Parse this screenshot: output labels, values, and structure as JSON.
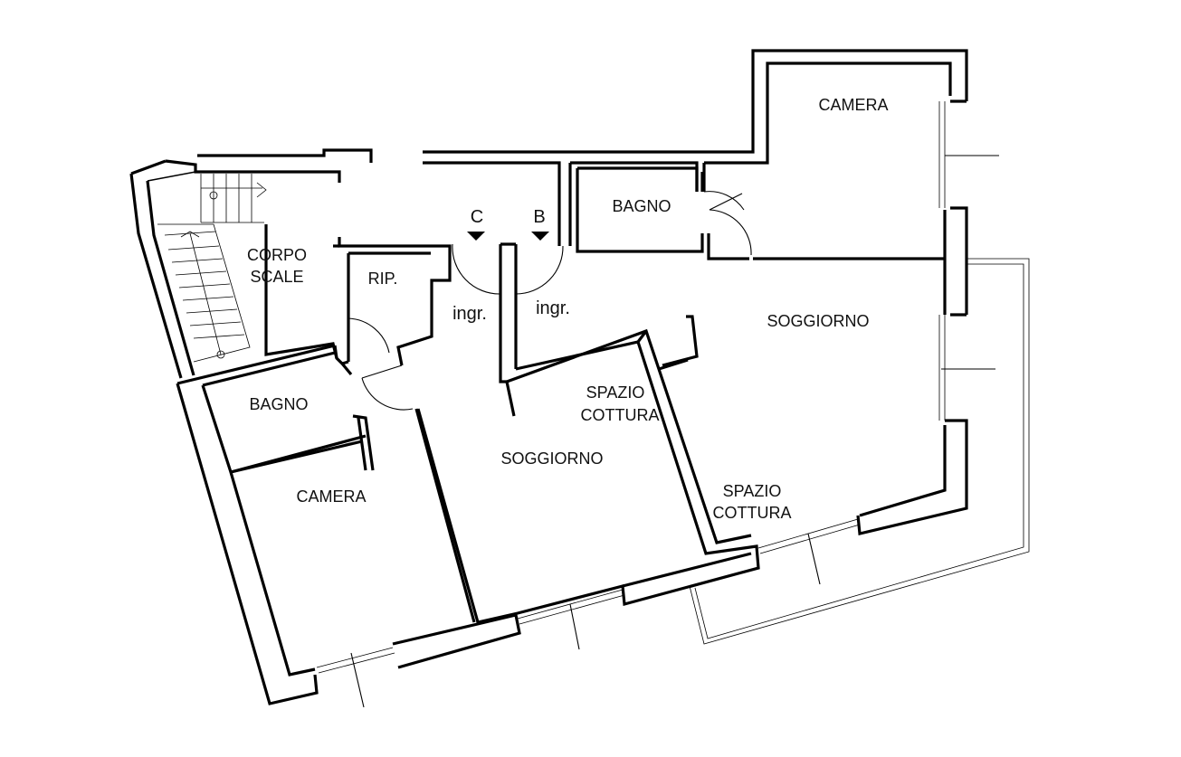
{
  "rooms": {
    "camera_top": "CAMERA",
    "bagno_top": "BAGNO",
    "soggiorno_right": "SOGGIORNO",
    "spazio_right_1": "SPAZIO",
    "spazio_right_2": "COTTURA",
    "corpo_1": "CORPO",
    "corpo_2": "SCALE",
    "rip": "RIP.",
    "bagno_left": "BAGNO",
    "camera_left": "CAMERA",
    "soggiorno_mid": "SOGGIORNO",
    "spazio_mid_1": "SPAZIO",
    "spazio_mid_2": "COTTURA"
  },
  "entrances": {
    "c_label": "C",
    "b_label": "B",
    "ingr_c": "ingr.",
    "ingr_b": "ingr."
  }
}
